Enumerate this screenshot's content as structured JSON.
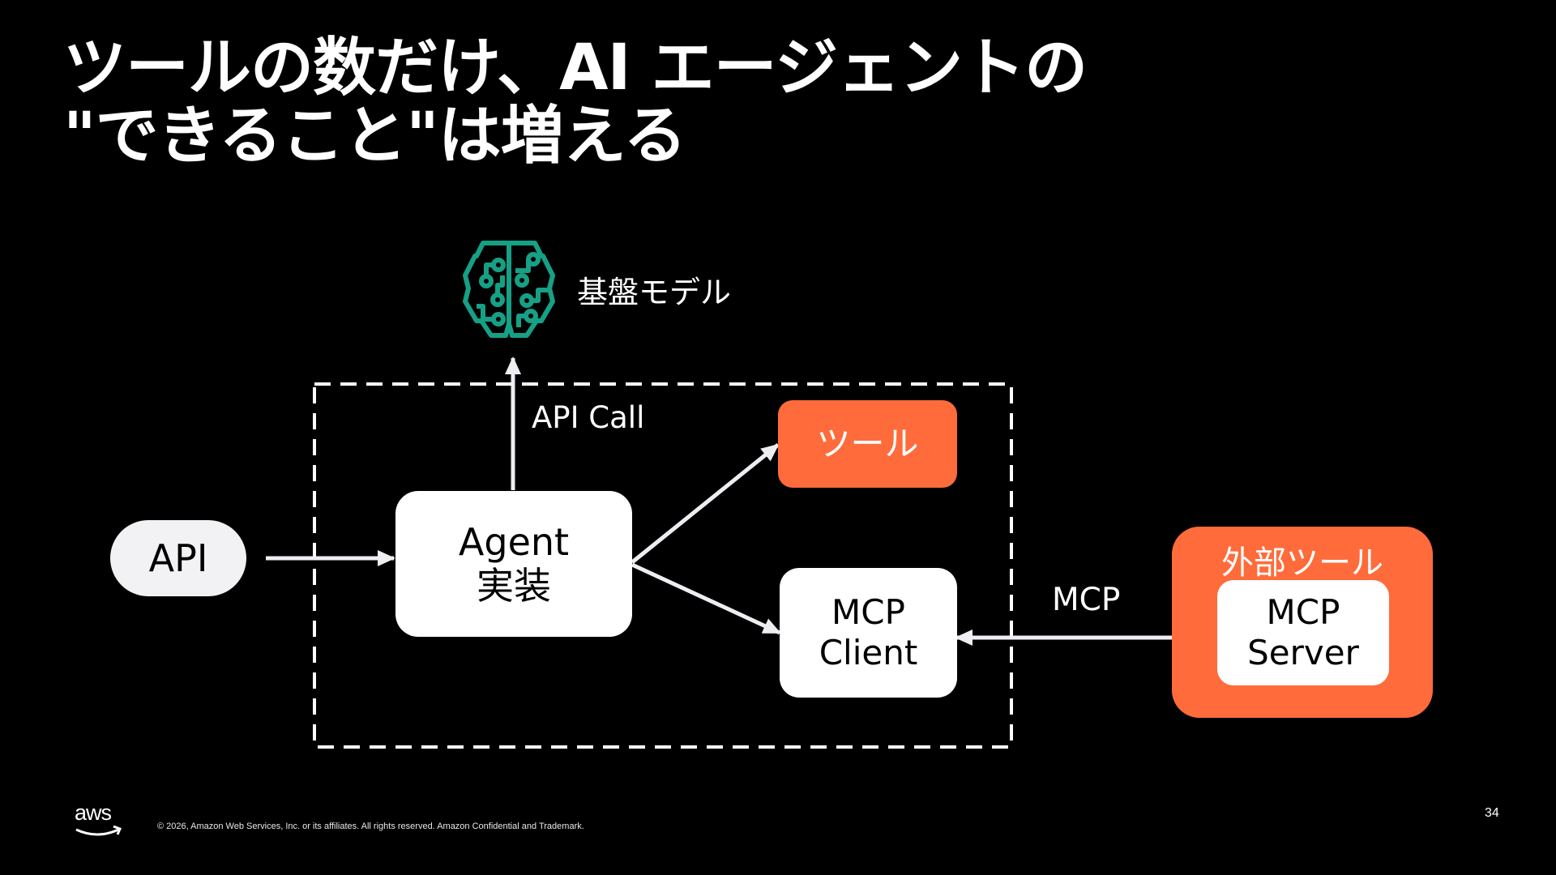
{
  "slide": {
    "title_lines": [
      "ツールの数だけ、AI エージェントの",
      "\"できること\"は増える"
    ],
    "page_number": "34",
    "footer": "© 2026, Amazon Web Services, Inc. or its affiliates. All rights reserved. Amazon Confidential and Trademark.",
    "logo_text": "aws"
  },
  "diagram": {
    "nodes": {
      "foundation_model": {
        "label": "基盤モデル",
        "icon": "brain-circuit-icon"
      },
      "api": {
        "label": "API"
      },
      "agent": {
        "label_line1": "Agent",
        "label_line2": "実装"
      },
      "tool": {
        "label": "ツール"
      },
      "mcp_client": {
        "label_line1": "MCP",
        "label_line2": "Client"
      },
      "external_tool": {
        "label": "外部ツール"
      },
      "mcp_server": {
        "label_line1": "MCP",
        "label_line2": "Server"
      }
    },
    "edges": [
      {
        "from": "api",
        "to": "agent",
        "label": ""
      },
      {
        "from": "agent",
        "to": "foundation_model",
        "label": "API Call"
      },
      {
        "from": "agent",
        "to": "tool",
        "label": ""
      },
      {
        "from": "agent",
        "to": "mcp_client",
        "label": ""
      },
      {
        "from": "mcp_client",
        "to": "mcp_server",
        "label": "MCP",
        "bidirectional": true
      }
    ],
    "colors": {
      "orange": "#FF6B3B",
      "teal": "#16A085",
      "white_box": "#FFFFFF",
      "pill": "#F2F2F4",
      "arrow": "#EDEDF2"
    }
  }
}
